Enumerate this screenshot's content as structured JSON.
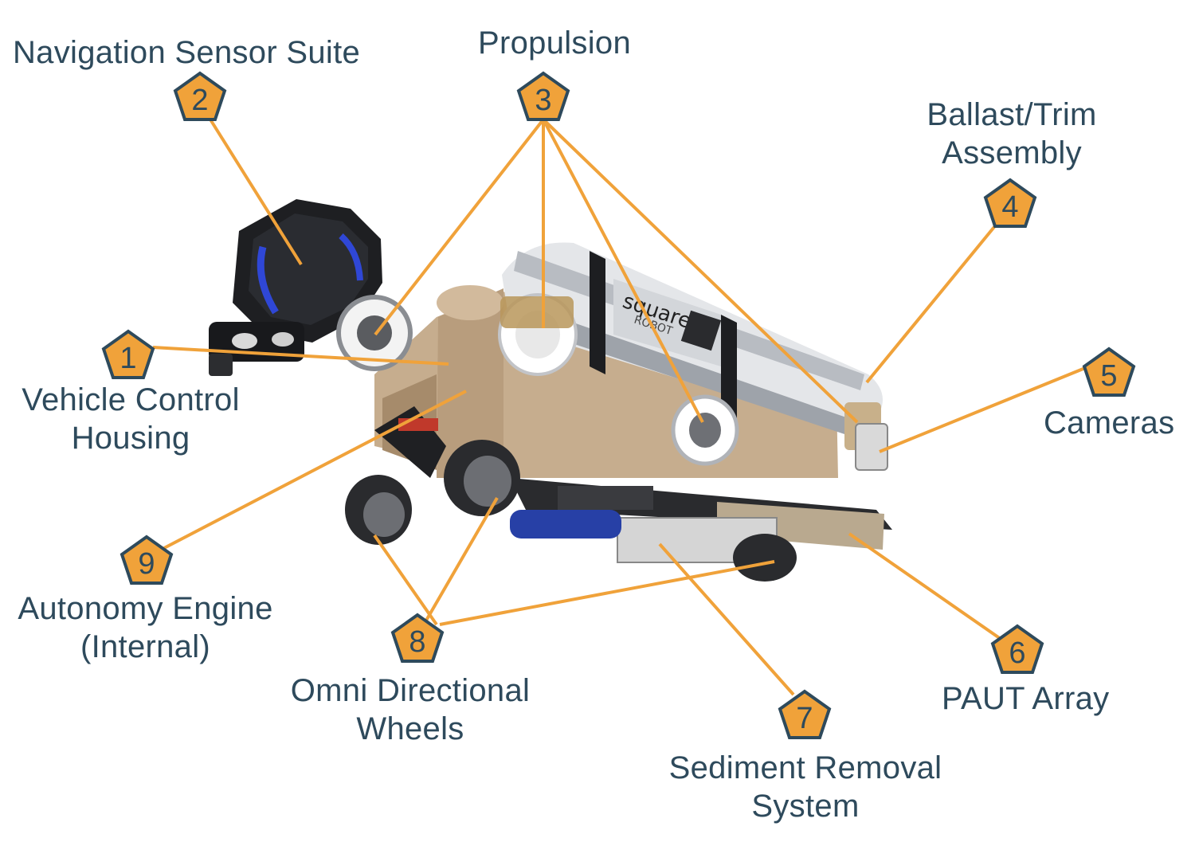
{
  "colors": {
    "accent": "#f0a23a",
    "badge_stroke": "#2e4a5c",
    "label_text": "#2e4a5c"
  },
  "components": [
    {
      "number": "1",
      "lines": [
        "Vehicle Control",
        "Housing"
      ]
    },
    {
      "number": "2",
      "lines": [
        "Navigation Sensor Suite"
      ]
    },
    {
      "number": "3",
      "lines": [
        "Propulsion"
      ]
    },
    {
      "number": "4",
      "lines": [
        "Ballast/Trim",
        "Assembly"
      ]
    },
    {
      "number": "5",
      "lines": [
        "Cameras"
      ]
    },
    {
      "number": "6",
      "lines": [
        "PAUT Array"
      ]
    },
    {
      "number": "7",
      "lines": [
        "Sediment Removal",
        "System"
      ]
    },
    {
      "number": "8",
      "lines": [
        "Omni Directional",
        "Wheels"
      ]
    },
    {
      "number": "9",
      "lines": [
        "Autonomy Engine",
        "(Internal)"
      ]
    }
  ],
  "logo": {
    "text": "square",
    "subtext": "ROBOT"
  }
}
